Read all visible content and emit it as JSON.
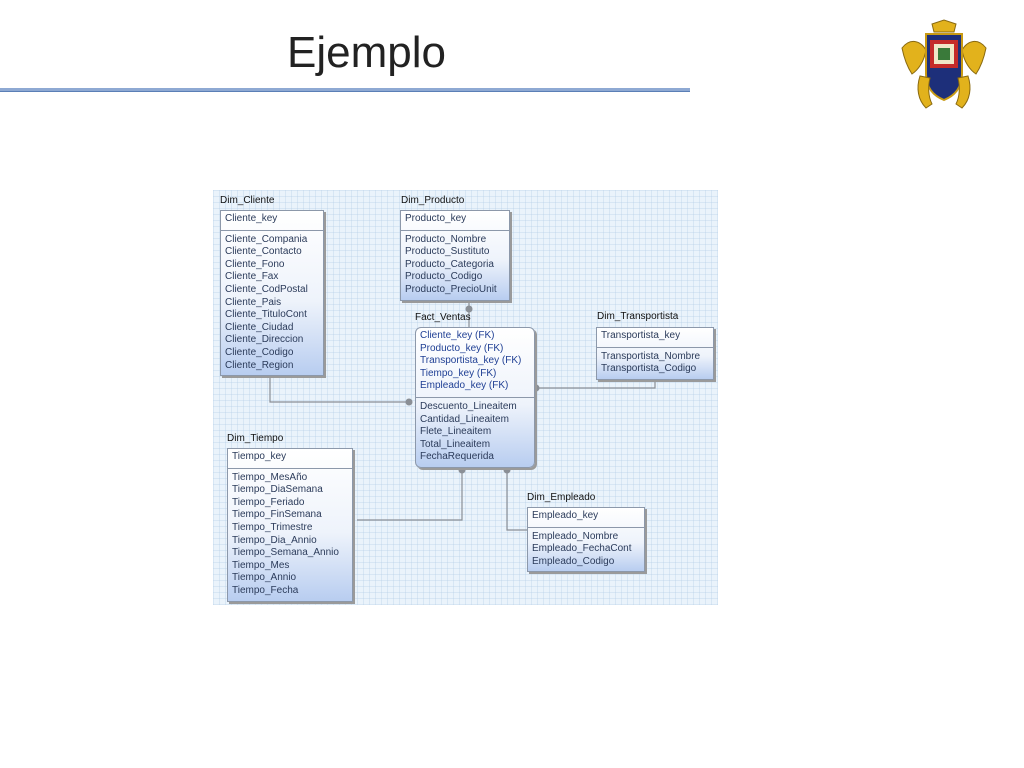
{
  "slide": {
    "title": "Ejemplo"
  },
  "logo": {
    "icon": "university-crest-icon"
  },
  "colors": {
    "canvas": "#eaf3fb",
    "line": "#8a8f96",
    "title_rule": "#8ea9d3"
  },
  "entities": {
    "dim_cliente": {
      "name": "Dim_Cliente",
      "keys": [
        "Cliente_key"
      ],
      "attributes": [
        "Cliente_Compania",
        "Cliente_Contacto",
        "Cliente_Fono",
        "Cliente_Fax",
        "Cliente_CodPostal",
        "Cliente_Pais",
        "Cliente_TituloCont",
        "Cliente_Ciudad",
        "Cliente_Direccion",
        "Cliente_Codigo",
        "Cliente_Region"
      ]
    },
    "dim_producto": {
      "name": "Dim_Producto",
      "keys": [
        "Producto_key"
      ],
      "attributes": [
        "Producto_Nombre",
        "Producto_Sustituto",
        "Producto_Categoria",
        "Producto_Codigo",
        "Producto_PrecioUnit"
      ]
    },
    "fact_ventas": {
      "name": "Fact_Ventas",
      "keys": [
        "Cliente_key (FK)",
        "Producto_key (FK)",
        "Transportista_key (FK)",
        "Tiempo_key (FK)",
        "Empleado_key (FK)"
      ],
      "attributes": [
        "Descuento_Lineaitem",
        "Cantidad_Lineaitem",
        "Flete_Lineaitem",
        "Total_Lineaitem",
        "FechaRequerida"
      ]
    },
    "dim_transportista": {
      "name": "Dim_Transportista",
      "keys": [
        "Transportista_key"
      ],
      "attributes": [
        "Transportista_Nombre",
        "Transportista_Codigo"
      ]
    },
    "dim_tiempo": {
      "name": "Dim_Tiempo",
      "keys": [
        "Tiempo_key"
      ],
      "attributes": [
        "Tiempo_MesAño",
        "Tiempo_DiaSemana",
        "Tiempo_Feriado",
        "Tiempo_FinSemana",
        "Tiempo_Trimestre",
        "Tiempo_Dia_Annio",
        "Tiempo_Semana_Annio",
        "Tiempo_Mes",
        "Tiempo_Annio",
        "Tiempo_Fecha"
      ]
    },
    "dim_empleado": {
      "name": "Dim_Empleado",
      "keys": [
        "Empleado_key"
      ],
      "attributes": [
        "Empleado_Nombre",
        "Empleado_FechaCont",
        "Empleado_Codigo"
      ]
    }
  }
}
